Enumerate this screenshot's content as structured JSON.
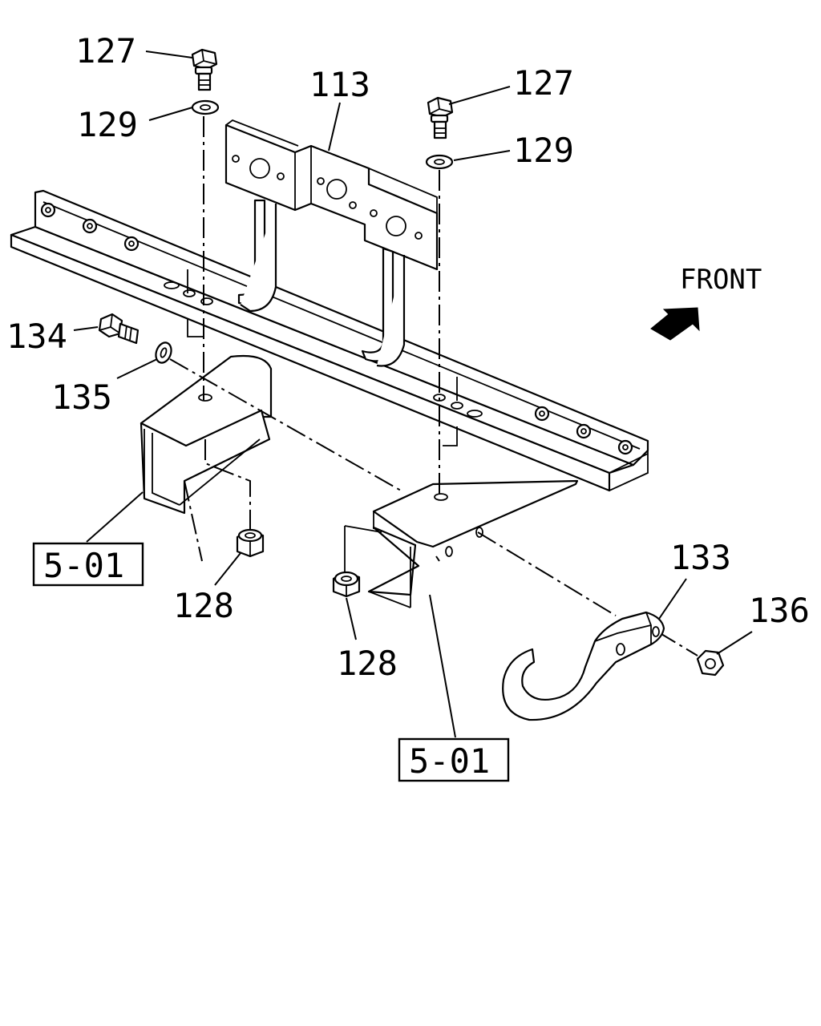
{
  "labels": {
    "bolt_127_left": "127",
    "bolt_127_right": "127",
    "washer_129_left": "129",
    "washer_129_right": "129",
    "bracket_113": "113",
    "bolt_134": "134",
    "washer_135": "135",
    "nut_128_left": "128",
    "nut_128_right": "128",
    "hook_133": "133",
    "nut_136": "136",
    "ref_5_01_left": "5-01",
    "ref_5_01_right": "5-01",
    "front": "FRONT"
  }
}
